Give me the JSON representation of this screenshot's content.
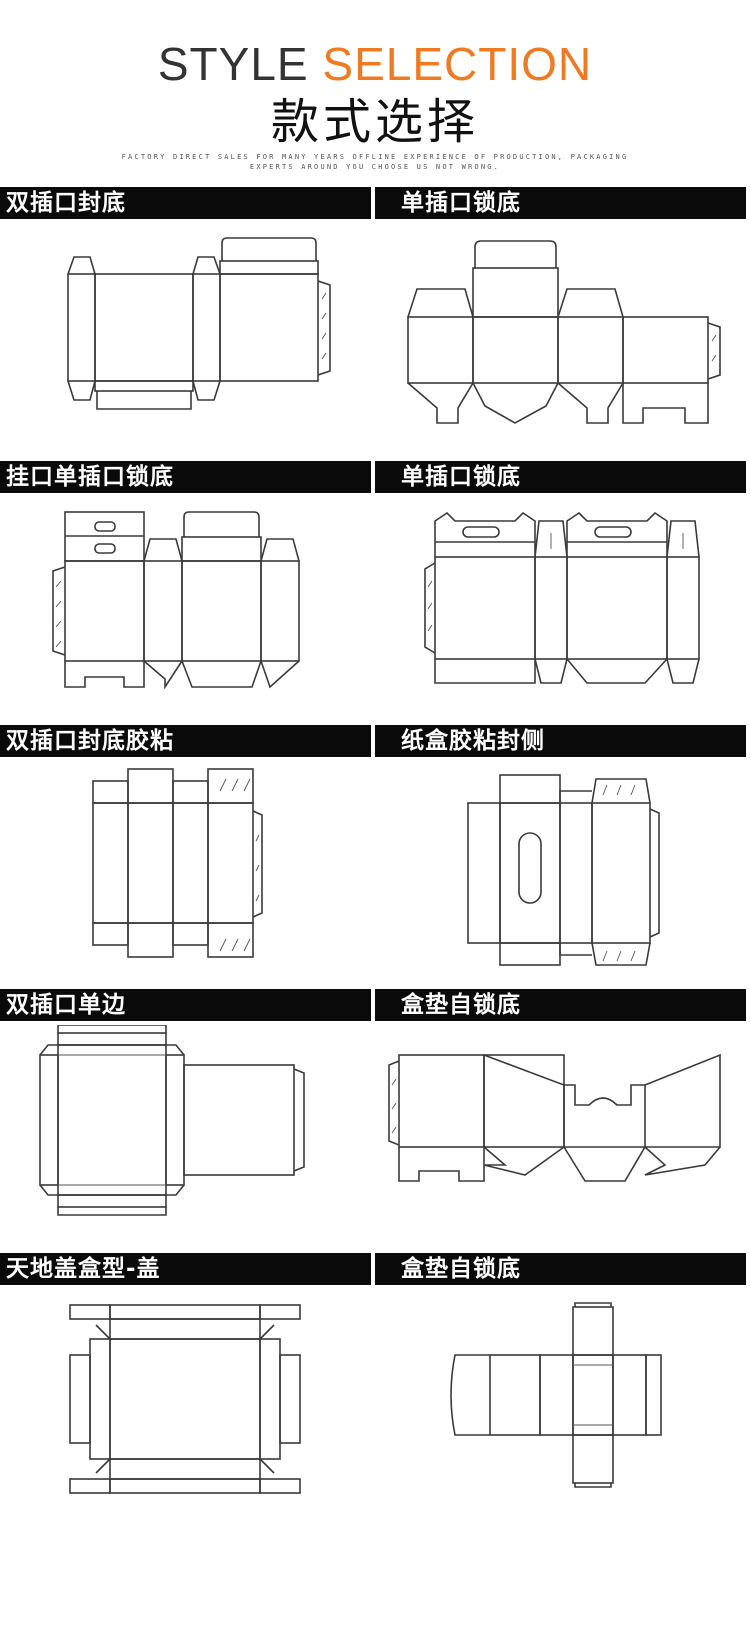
{
  "header": {
    "title_en_1": "STYLE",
    "title_en_2": "SELECTION",
    "title_cn": "款式选择",
    "subtitle_1": "FACTORY DIRECT SALES FOR MANY YEARS OFFLINE EXPERIENCE OF PRODUCTION, PACKAGING",
    "subtitle_2": "EXPERTS AROUND YOU CHOOSE US NOT WRONG.",
    "accent_color": "#f07a22"
  },
  "sections": [
    {
      "title": "双插口封底",
      "icon": "tuck-end-box-dieline"
    },
    {
      "title": "单插口锁底",
      "icon": "lock-bottom-box-dieline"
    },
    {
      "title": "挂口单插口锁底",
      "icon": "hang-tab-lock-bottom-dieline"
    },
    {
      "title": "单插口锁底",
      "icon": "handle-lock-bottom-dieline"
    },
    {
      "title": "双插口封底胶粘",
      "icon": "glued-tuck-end-dieline"
    },
    {
      "title": "纸盒胶粘封侧",
      "icon": "window-side-glue-dieline"
    },
    {
      "title": "双插口单边",
      "icon": "tuck-single-side-dieline"
    },
    {
      "title": "盒垫自锁底",
      "icon": "auto-lock-bottom-dieline"
    },
    {
      "title": "天地盖盒型-盖",
      "icon": "lid-box-dieline"
    },
    {
      "title": "盒垫自锁底",
      "icon": "auto-lock-tray-dieline"
    }
  ]
}
